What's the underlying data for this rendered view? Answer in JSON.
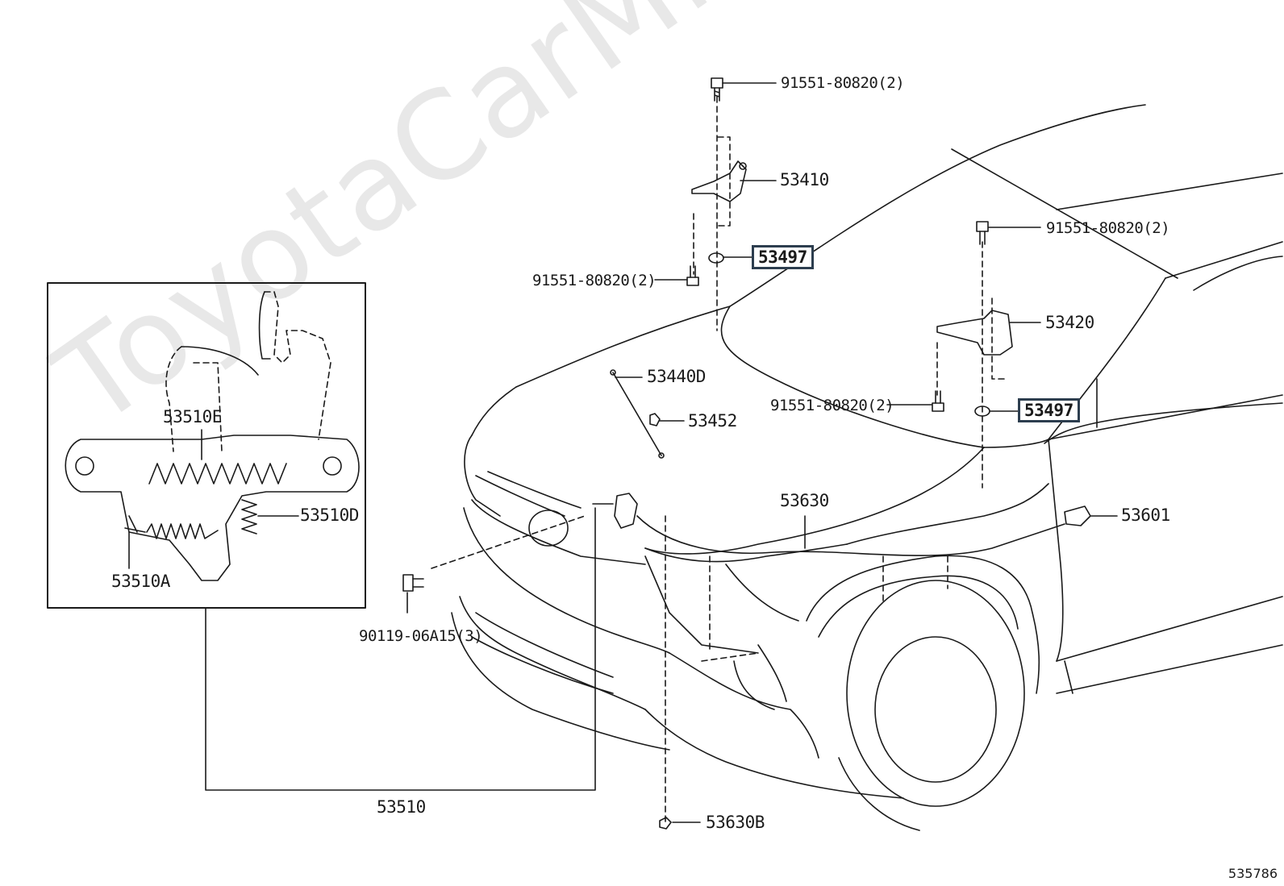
{
  "watermark": "ToyotaCarMine.ru",
  "reference_number": "535786",
  "callouts": {
    "bolt_top_hinge_left": "91551-80820(2)",
    "hinge_left": "53410",
    "washer_left": "53497",
    "bolt_lower_hinge_left": "91551-80820(2)",
    "bolt_top_hinge_right": "91551-80820(2)",
    "hinge_right": "53420",
    "bolt_lower_hinge_right": "91551-80820(2)",
    "washer_right": "53497",
    "hood_support_rod": "53440D",
    "rod_holder": "53452",
    "release_cable": "53630",
    "release_lever": "53601",
    "latch_spring_e": "53510E",
    "latch_spring_d": "53510D",
    "latch_spring_a": "53510A",
    "latch_bolt": "90119-06A15(3)",
    "hood_latch": "53510",
    "cable_clamp": "53630B"
  },
  "colors": {
    "line": "#1a1a1a",
    "highlight_box": "#2d3e4f",
    "watermark": "#e8e8e8"
  }
}
